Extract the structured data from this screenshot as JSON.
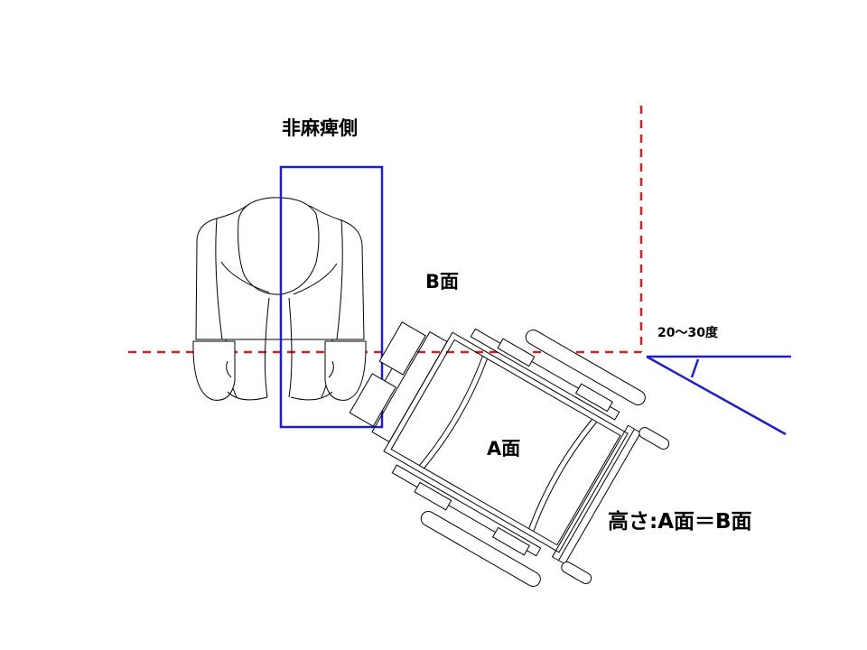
{
  "labels": {
    "non_paralyzed_side": "非麻痺側",
    "surface_b": "B面",
    "surface_a": "A面",
    "angle": "20〜30度",
    "height_note": "高さ:A面＝B面"
  },
  "colors": {
    "guide_line": "#d42020",
    "highlight": "#1f1fc8",
    "outline": "#000000"
  }
}
